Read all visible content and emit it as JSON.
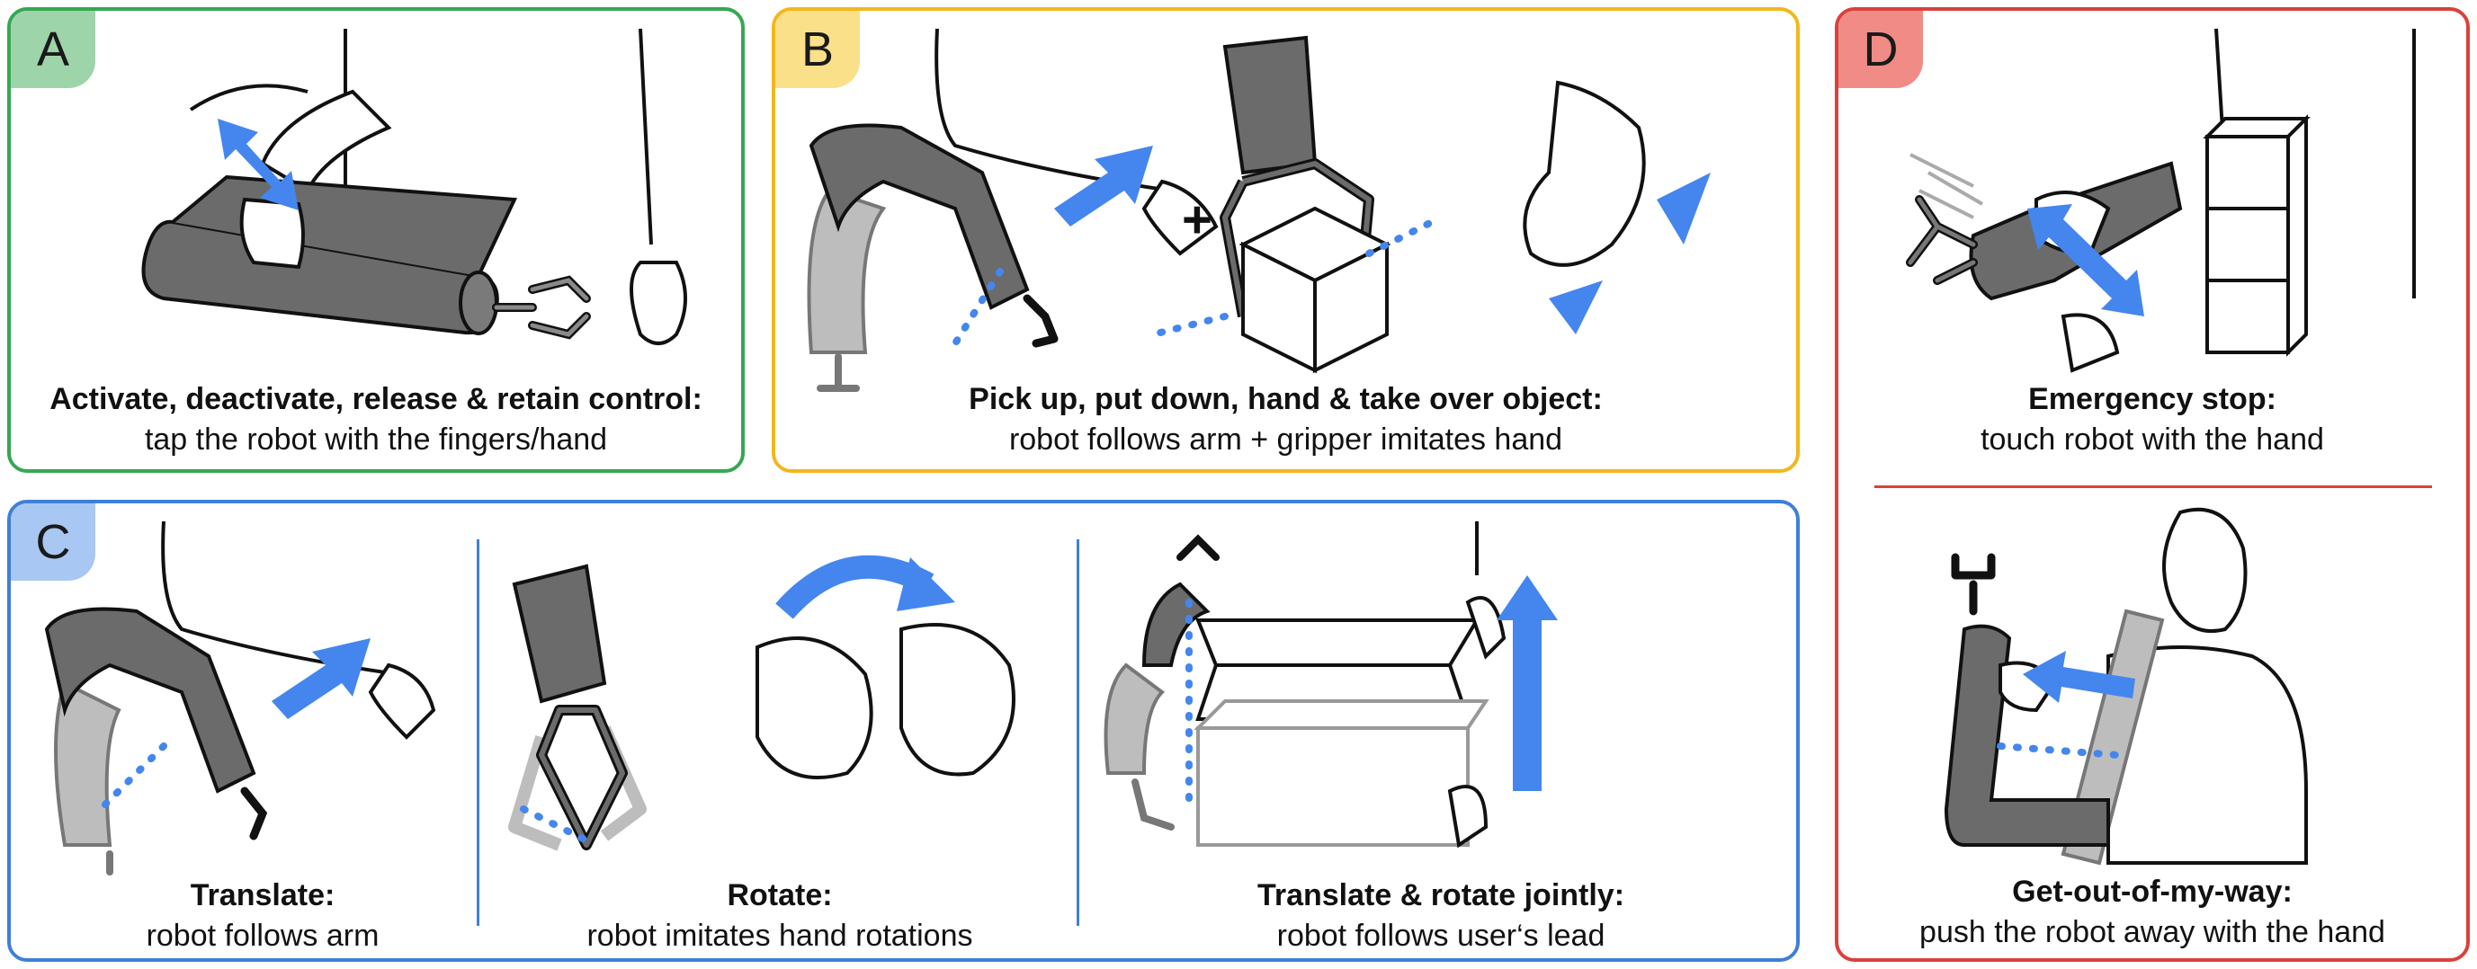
{
  "colors": {
    "panel_a": "#34a853",
    "panel_a_tag": "#9ed4a9",
    "panel_b": "#f2b71c",
    "panel_b_tag": "#fbe08a",
    "panel_c": "#3d80d9",
    "panel_c_tag": "#a9c7f3",
    "panel_d": "#d9423c",
    "panel_d_tag": "#f08b85",
    "arrow": "#4486ee",
    "robot_dark": "#6b6b6b",
    "robot_light": "#bdbdbd"
  },
  "panels": {
    "a": {
      "tag": "A",
      "title": "Activate, deactivate, release & retain control:",
      "subtitle": "tap the robot with the fingers/hand"
    },
    "b": {
      "tag": "B",
      "title": "Pick up, put down, hand & take over object:",
      "subtitle": "robot follows arm + gripper imitates hand",
      "plus": "+"
    },
    "c": {
      "tag": "C",
      "items": [
        {
          "title": "Translate:",
          "subtitle": "robot follows arm"
        },
        {
          "title": "Rotate:",
          "subtitle": "robot imitates hand rotations"
        },
        {
          "title": "Translate & rotate jointly:",
          "subtitle": "robot follows user‘s lead"
        }
      ]
    },
    "d": {
      "tag": "D",
      "items": [
        {
          "title": "Emergency stop:",
          "subtitle": "touch robot with the hand"
        },
        {
          "title": "Get-out-of-my-way:",
          "subtitle": "push the robot away with the hand"
        }
      ]
    }
  }
}
